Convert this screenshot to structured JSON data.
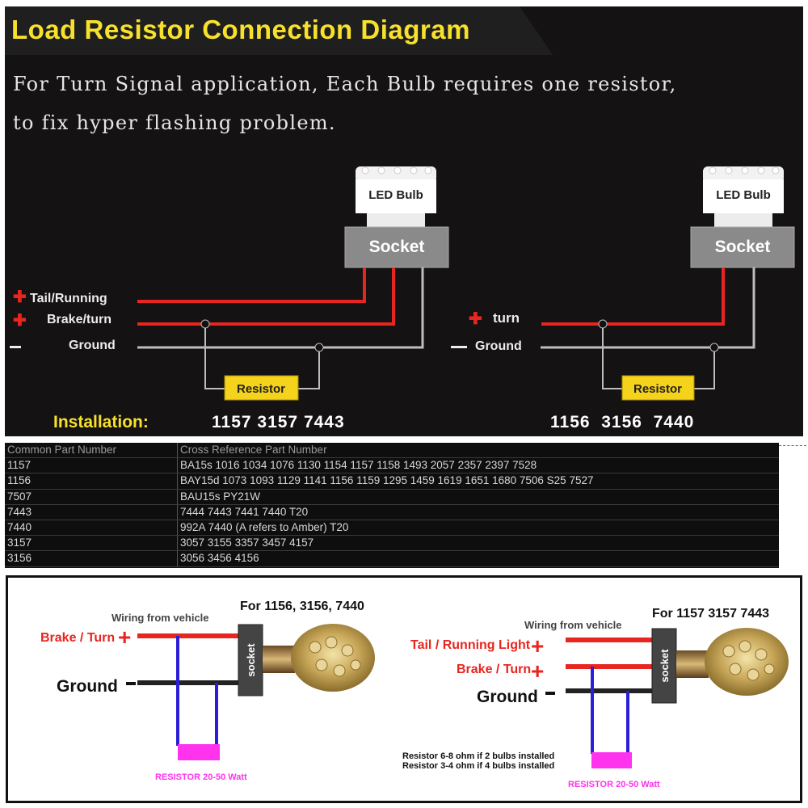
{
  "top": {
    "title": "Load Resistor Connection Diagram",
    "desc_line1": "For Turn Signal application, Each Bulb requires one resistor,",
    "desc_line2": "to fix hyper flashing problem.",
    "left_diagram": {
      "bulb_label": "LED Bulb",
      "socket_label": "Socket",
      "tail_label": "Tail/Running",
      "brake_label": "Brake/turn",
      "ground_label": "Ground",
      "resistor_label": "Resistor",
      "install_prefix": "Installation:",
      "install_numbers": "1157 3157 7443"
    },
    "right_diagram": {
      "bulb_label": "LED Bulb",
      "socket_label": "Socket",
      "turn_label": "turn",
      "ground_label": "Ground",
      "resistor_label": "Resistor",
      "install_numbers": "1156  3156  7440"
    }
  },
  "table": {
    "headers": [
      "Common Part Number",
      "Cross Reference Part Number"
    ],
    "rows": [
      [
        "1157",
        "BA15s 1016 1034 1076 1130 1154 1157 1158 1493 2057 2357 2397 7528"
      ],
      [
        "1156",
        "BAY15d 1073 1093 1129 1141 1156 1159 1295 1459 1619 1651 1680 7506 S25 7527"
      ],
      [
        "7507",
        "BAU15s PY21W"
      ],
      [
        "7443",
        "7444 7443 7441 7440 T20"
      ],
      [
        "7440",
        "992A  7440 (A refers to Amber) T20"
      ],
      [
        "3157",
        "3057 3155 3357 3457 4157"
      ],
      [
        "3156",
        "3056 3456 4156"
      ]
    ]
  },
  "bottom": {
    "left": {
      "wiring_label": "Wiring from vehicle",
      "for_label": "For 1156, 3156, 7440",
      "brake_label": "Brake / Turn",
      "ground_label": "Ground",
      "socket_label": "socket",
      "resistor_label": "RESISTOR 20-50 Watt"
    },
    "right": {
      "wiring_label": "Wiring from vehicle",
      "for_label": "For 1157 3157 7443",
      "tail_label": "Tail / Running Light",
      "brake_label": "Brake / Turn",
      "ground_label": "Ground",
      "socket_label": "socket",
      "note1": "Resistor 6-8 ohm if 2 bulbs installed",
      "note2": "Resistor 3-4 ohm if 4 bulbs installed",
      "resistor_label": "RESISTOR 20-50 Watt"
    }
  },
  "colors": {
    "title_yellow": "#f7e12c",
    "wire_red": "#e8251f",
    "wire_gray": "#bdbdbd",
    "socket_gray": "#8a8a8a",
    "resistor_yellow": "#f5d21b",
    "resistor_magenta": "#ff33ee",
    "wire_blue": "#2a1fd6",
    "plus_red": "#e8251f"
  }
}
